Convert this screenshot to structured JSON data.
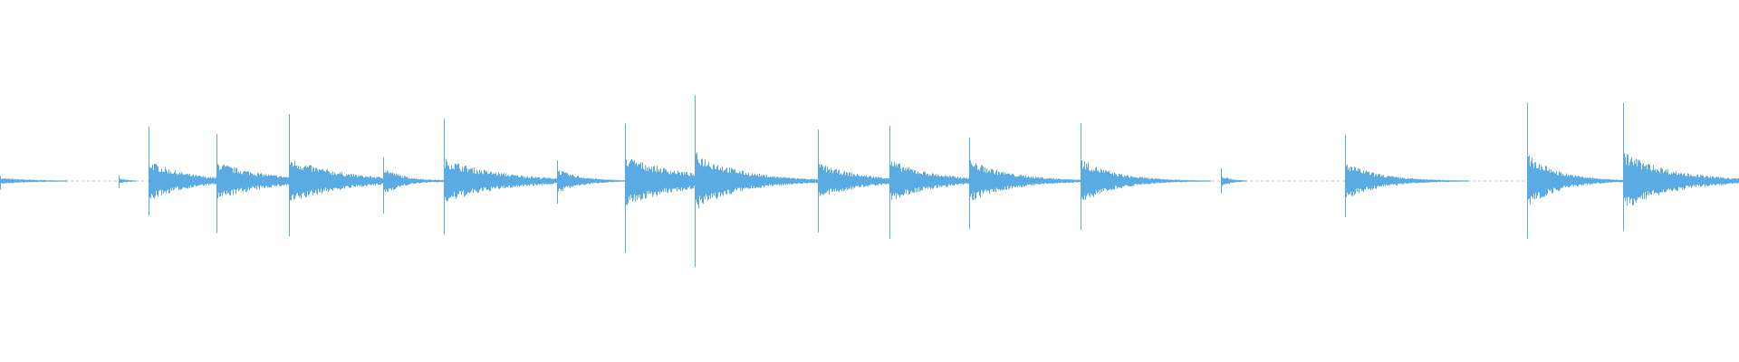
{
  "waveform": {
    "color": "#5aaae3",
    "transients": [
      {
        "t": 0.0,
        "amp": 0.05,
        "decay": 0.022
      },
      {
        "t": 0.068,
        "amp": 0.045,
        "decay": 0.006
      },
      {
        "t": 0.085,
        "amp": 0.34,
        "decay": 0.022
      },
      {
        "t": 0.124,
        "amp": 0.32,
        "decay": 0.028
      },
      {
        "t": 0.166,
        "amp": 0.38,
        "decay": 0.03
      },
      {
        "t": 0.22,
        "amp": 0.23,
        "decay": 0.012
      },
      {
        "t": 0.255,
        "amp": 0.37,
        "decay": 0.032
      },
      {
        "t": 0.32,
        "amp": 0.2,
        "decay": 0.014
      },
      {
        "t": 0.359,
        "amp": 0.41,
        "decay": 0.034
      },
      {
        "t": 0.399,
        "amp": 0.48,
        "decay": 0.026
      },
      {
        "t": 0.47,
        "amp": 0.3,
        "decay": 0.024
      },
      {
        "t": 0.511,
        "amp": 0.35,
        "decay": 0.025
      },
      {
        "t": 0.557,
        "amp": 0.35,
        "decay": 0.024
      },
      {
        "t": 0.621,
        "amp": 0.37,
        "decay": 0.02
      },
      {
        "t": 0.702,
        "amp": 0.1,
        "decay": 0.006
      },
      {
        "t": 0.773,
        "amp": 0.31,
        "decay": 0.02
      },
      {
        "t": 0.878,
        "amp": 0.44,
        "decay": 0.018
      },
      {
        "t": 0.933,
        "amp": 0.48,
        "decay": 0.028
      }
    ]
  }
}
